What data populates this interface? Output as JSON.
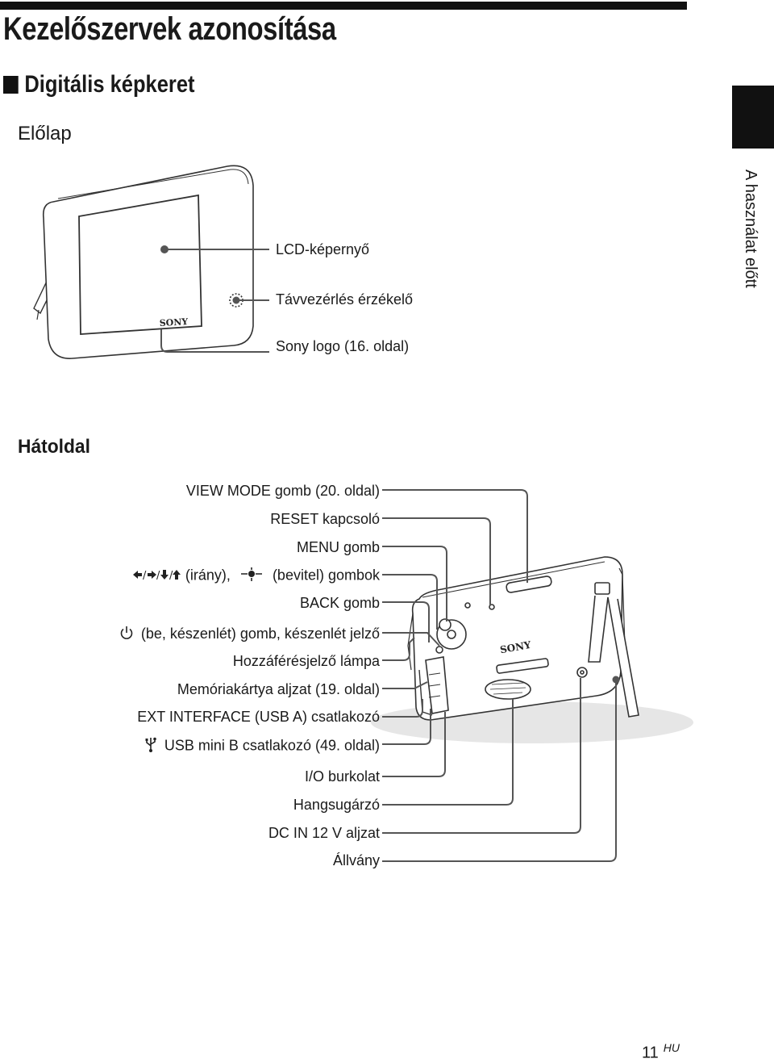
{
  "page": {
    "title": "Kezelőszervek azonosítása",
    "section": "Digitális képkeret",
    "side_tab_text": "A használat előtt",
    "page_number": "11",
    "language_code": "HU"
  },
  "front": {
    "heading": "Előlap",
    "logo_text": "SONY",
    "labels": [
      "LCD-képernyő",
      "Távvezérlés érzékelő",
      "Sony logo (16. oldal)"
    ]
  },
  "back": {
    "heading": "Hátoldal",
    "logo_text": "SONY",
    "labels": {
      "view_mode": "VIEW MODE gomb (20. oldal)",
      "reset": "RESET kapcsoló",
      "menu": "MENU gomb",
      "direction": "(irány),",
      "enter": "(bevitel) gombok",
      "back": "BACK gomb",
      "power": "(be, készenlét) gomb, készenlét jelző",
      "access": "Hozzáférésjelző lámpa",
      "memcard": "Memóriakártya aljzat (19. oldal)",
      "ext": "EXT INTERFACE (USB A) csatlakozó",
      "usb": "USB mini B csatlakozó (49. oldal)",
      "io": "I/O burkolat",
      "speaker": "Hangsugárzó",
      "dcin": "DC IN 12 V aljzat",
      "stand": "Állvány"
    }
  }
}
